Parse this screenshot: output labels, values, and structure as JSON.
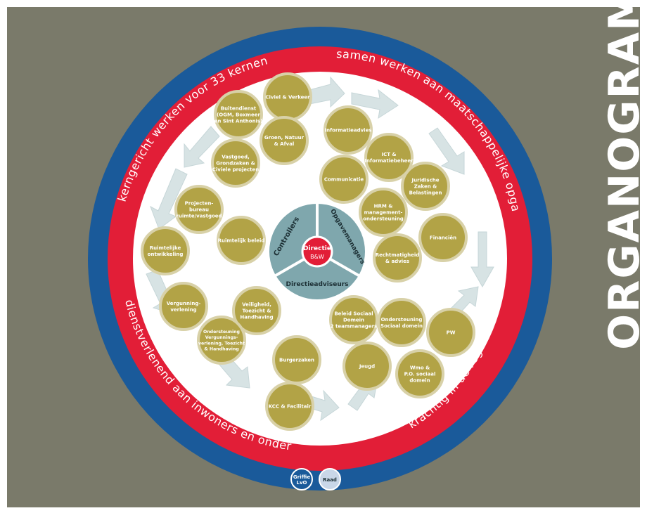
{
  "title": "ORGANOGRAM",
  "colors": {
    "background": "#7a7a6a",
    "outer_ring": "#1a5a9a",
    "red_ring": "#e21e37",
    "node": "#b2a346",
    "node_stroke": "#d8d1a8",
    "center_segments": "#7fa7ad",
    "arrows": "#d7e3e4"
  },
  "ring_texts": {
    "top_right": "samen werken aan maatschappelijke opgaven",
    "top_left": "kerngericht werken voor 33 kernen",
    "bottom_left": "dienstverlenend aan inwoners en ondernemers",
    "bottom_right": "krachtig in de regio"
  },
  "center": {
    "directie": "Directie",
    "bw": "B&W",
    "segments": {
      "controllers": "Controllers",
      "opgavemanagers": "Opgavemanagers",
      "directieadviseurs": "Directieadviseurs"
    }
  },
  "departments": [
    {
      "lines": [
        "Civiel & Verkeer"
      ]
    },
    {
      "lines": [
        "Buitendienst",
        "(OGM, Boxmeer",
        "en Sint Anthonis)"
      ]
    },
    {
      "lines": [
        "Groen, Natuur",
        "& Afval"
      ]
    },
    {
      "lines": [
        "Vastgoed,",
        "Grondzaken &",
        "Civiele projecten"
      ]
    },
    {
      "lines": [
        "Projecten-",
        "bureau",
        "ruimte/vastgoed"
      ]
    },
    {
      "lines": [
        "Ruimtelijk beleid"
      ]
    },
    {
      "lines": [
        "Ruimtelijke",
        "ontwikkeling"
      ]
    },
    {
      "lines": [
        "Vergunning-",
        "verlening"
      ]
    },
    {
      "lines": [
        "Veiligheid,",
        "Toezicht &",
        "Handhaving"
      ]
    },
    {
      "lines": [
        "Ondersteuning",
        "Vergunnings-",
        "verlening, Toezicht",
        "& Handhaving"
      ]
    },
    {
      "lines": [
        "Burgerzaken"
      ]
    },
    {
      "lines": [
        "KCC & Facilitair"
      ]
    },
    {
      "lines": [
        "Informatieadvies"
      ]
    },
    {
      "lines": [
        "ICT &",
        "Informatiebeheer"
      ]
    },
    {
      "lines": [
        "Communicatie"
      ]
    },
    {
      "lines": [
        "Juridische",
        "Zaken &",
        "Belastingen"
      ]
    },
    {
      "lines": [
        "HRM &",
        "management-",
        "ondersteuning"
      ]
    },
    {
      "lines": [
        "Financiën"
      ]
    },
    {
      "lines": [
        "Rechtmatigheid",
        "& advies"
      ]
    },
    {
      "lines": [
        "Beleid Sociaal",
        "Domein",
        "2 teammanagers"
      ]
    },
    {
      "lines": [
        "Ondersteuning",
        "Sociaal domein"
      ]
    },
    {
      "lines": [
        "PW"
      ]
    },
    {
      "lines": [
        "Jeugd"
      ]
    },
    {
      "lines": [
        "Wmo &",
        "P.O. sociaal",
        "domein"
      ]
    }
  ],
  "bottom_buttons": [
    {
      "lines": [
        "Griffie",
        "LvO"
      ]
    },
    {
      "lines": [
        "Raad"
      ]
    }
  ]
}
